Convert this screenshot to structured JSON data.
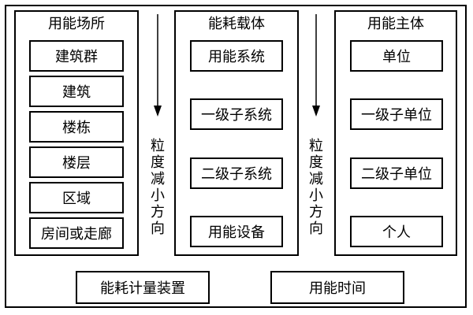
{
  "diagram": {
    "columns": [
      {
        "title": "用能场所",
        "items": [
          "建筑群",
          "建筑",
          "楼栋",
          "楼层",
          "区域",
          "房间或走廊"
        ]
      },
      {
        "title": "能耗载体",
        "items": [
          "用能系统",
          "一级子系统",
          "二级子系统",
          "用能设备"
        ]
      },
      {
        "title": "用能主体",
        "items": [
          "单位",
          "一级子单位",
          "二级子单位",
          "个人"
        ]
      }
    ],
    "direction_label": "粒度减小方向",
    "bottom": [
      "能耗计量装置",
      "用能时间"
    ]
  }
}
